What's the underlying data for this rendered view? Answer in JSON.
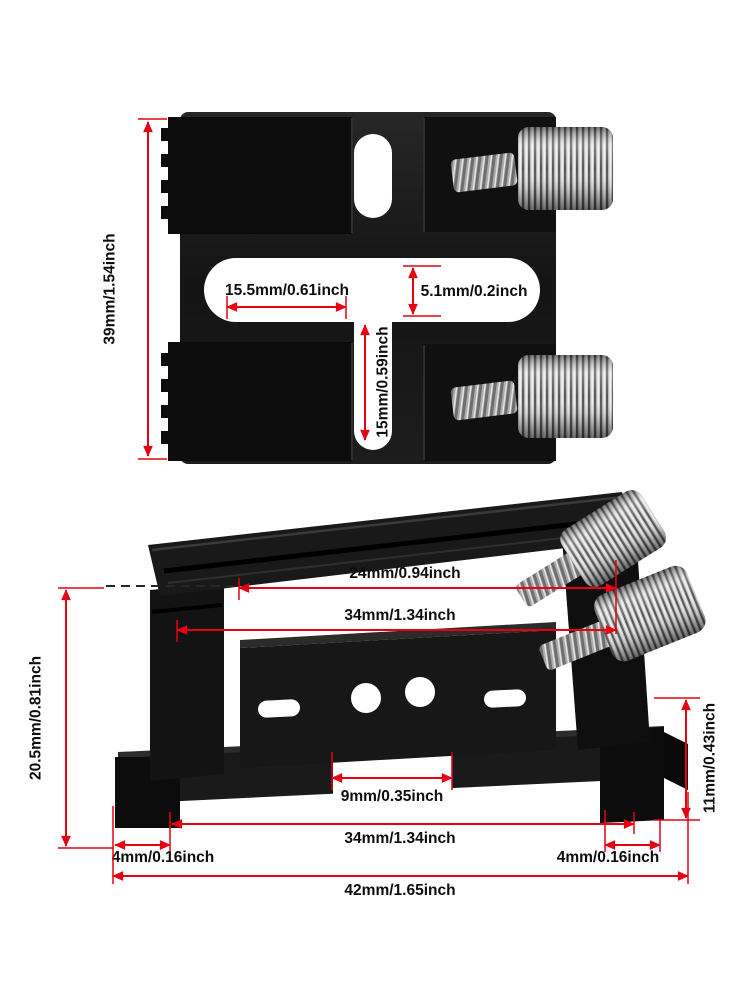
{
  "colors": {
    "dimension_line": "#e60012",
    "label_text": "#0d0d0d",
    "bracket_black": "#161616",
    "metal_silver": "#cfcfcf",
    "background": "#ffffff"
  },
  "views": {
    "top": {
      "dims": {
        "overall_height": "39mm/1.54inch",
        "left_slot_width": "15.5mm/0.61inch",
        "cross_slot_height": "5.1mm/0.2inch",
        "center_slot_length": "15mm/0.59inch"
      }
    },
    "side": {
      "dims": {
        "inner_span": "24mm/0.94inch",
        "saddle_width": "34mm/1.34inch",
        "overall_height": "20.5mm/0.81inch",
        "base_edge_height": "11mm/0.43inch",
        "center_slot_width": "9mm/0.35inch",
        "between_feet": "34mm/1.34inch",
        "left_foot_width": "4mm/0.16inch",
        "right_foot_width": "4mm/0.16inch",
        "overall_width": "42mm/1.65inch"
      }
    }
  }
}
